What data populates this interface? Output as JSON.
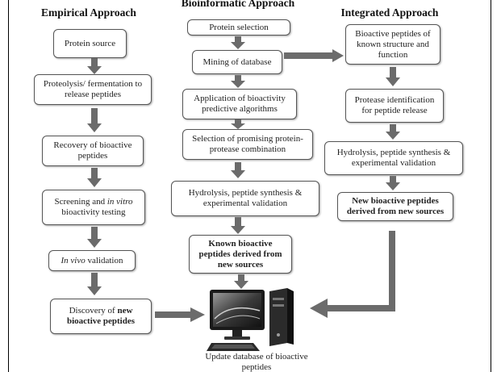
{
  "headings": {
    "empirical": "Empirical Approach",
    "bioinformatic": "Bioinformatic Approach",
    "integrated": "Integrated Approach"
  },
  "empirical": {
    "protein_source": "Protein source",
    "proteolysis": "Proteolysis/ fermentation to release peptides",
    "recovery": "Recovery of bioactive peptides",
    "screening_prefix": "Screening and ",
    "screening_italic": "in vitro",
    "screening_suffix": " bioactivity testing",
    "invivo_italic": "In vivo",
    "invivo_suffix": " validation",
    "discovery_prefix": "Discovery of ",
    "discovery_bold": "new bioactive peptides"
  },
  "bioinformatic": {
    "protein_selection": "Protein selection",
    "mining": "Mining of database",
    "algorithms": "Application of bioactivity predictive algorithms",
    "selection": "Selection of promising protein-protease combination",
    "hydrolysis": "Hydrolysis, peptide synthesis & experimental validation",
    "known": "Known bioactive peptides derived from new sources"
  },
  "integrated": {
    "bioactive_known": "Bioactive peptides of known structure and function",
    "protease": "Protease identification for peptide release",
    "hydrolysis": "Hydrolysis, peptide synthesis & experimental validation",
    "new_peptides": "New bioactive peptides derived from new sources"
  },
  "update_database": "Update database of bioactive peptides",
  "colors": {
    "arrow": "#6b6b6b",
    "box_border": "#555555"
  },
  "icons": {
    "computer": "desktop-computer-icon"
  }
}
